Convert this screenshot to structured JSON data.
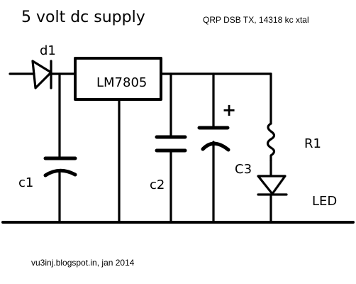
{
  "title": "5 volt dc supply",
  "subtitle": "QRP DSB TX, 14318 kc xtal",
  "footer": "vu3inj.blogspot.in, jan 2014",
  "components": {
    "diode": "d1",
    "regulator": "LM7805",
    "cap1": "c1",
    "cap2": "c2",
    "cap3": "C3",
    "cap3_polarity": "+",
    "resistor": "R1",
    "led": "LED"
  }
}
